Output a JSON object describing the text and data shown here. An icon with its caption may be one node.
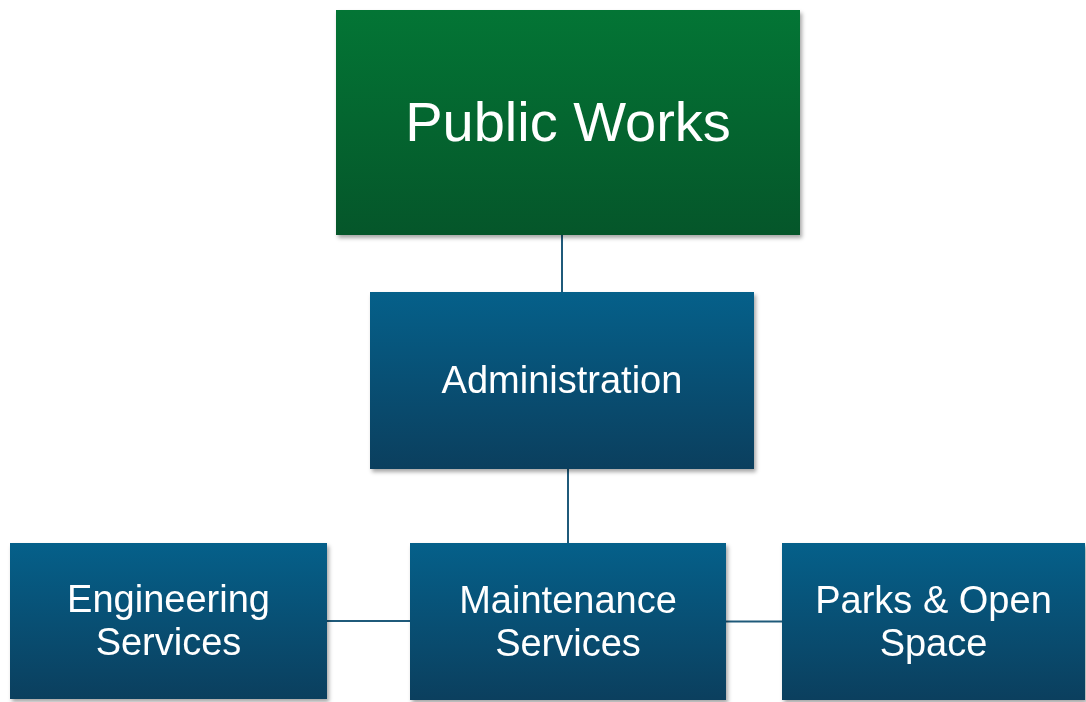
{
  "diagram": {
    "nodes": [
      {
        "text": [
          "Public Works"
        ]
      },
      {
        "text": [
          "Administration"
        ]
      },
      {
        "text": [
          "Engineering Services"
        ]
      },
      {
        "text": [
          "Maintenance Services"
        ]
      },
      {
        "text": [
          "Parks & Open Space"
        ]
      }
    ],
    "edges": [
      {
        "from": 0,
        "to": 1,
        "arrow": "none"
      },
      {
        "from": 1,
        "to": 3,
        "arrow": "none"
      },
      {
        "from": 3,
        "to": 2,
        "arrow": "none"
      },
      {
        "from": 3,
        "to": 4,
        "arrow": "none"
      }
    ]
  }
}
